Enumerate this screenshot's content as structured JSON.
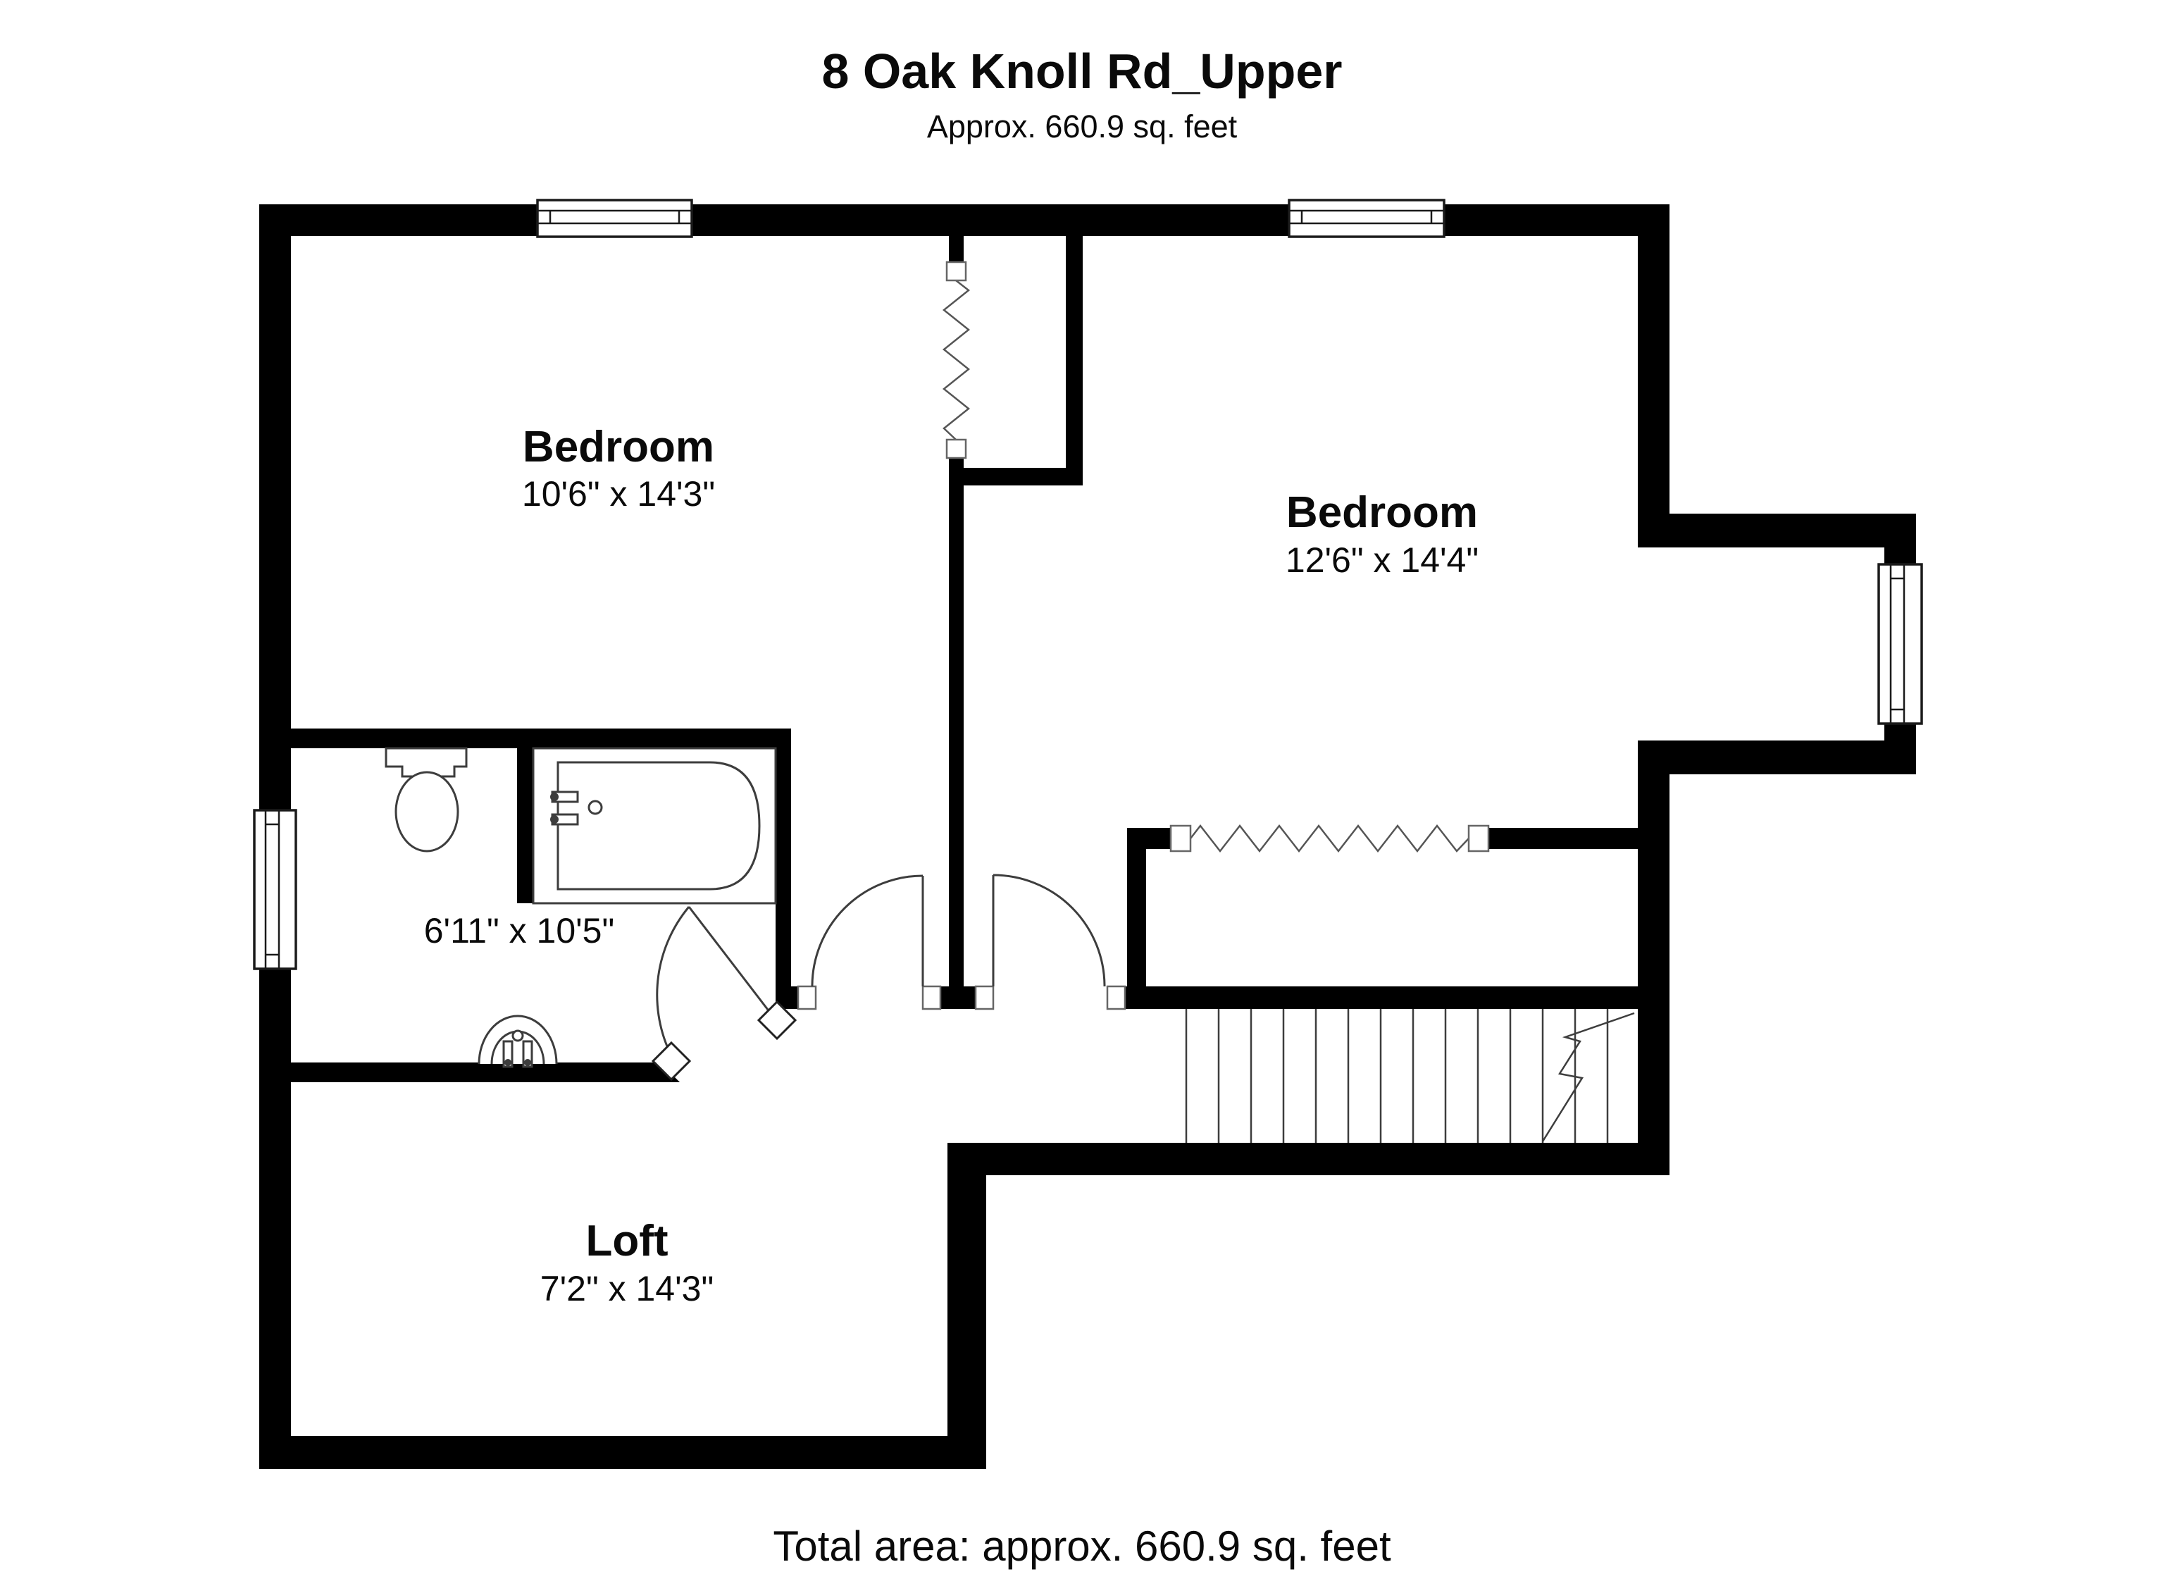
{
  "title": "8 Oak Knoll Rd_Upper",
  "subtitle": "Approx. 660.9 sq. feet",
  "footer": "Total area: approx. 660.9 sq. feet",
  "rooms": {
    "bedroom1": {
      "name": "Bedroom",
      "dims": "10'6\" x 14'3\""
    },
    "bedroom2": {
      "name": "Bedroom",
      "dims": "12'6\" x 14'4\""
    },
    "bathroom": {
      "dims": "6'11\" x 10'5\""
    },
    "loft": {
      "name": "Loft",
      "dims": "7'2\" x 14'3\""
    }
  },
  "colors": {
    "wall": "#000000",
    "line": "#3d3d3d",
    "background": "#ffffff"
  }
}
